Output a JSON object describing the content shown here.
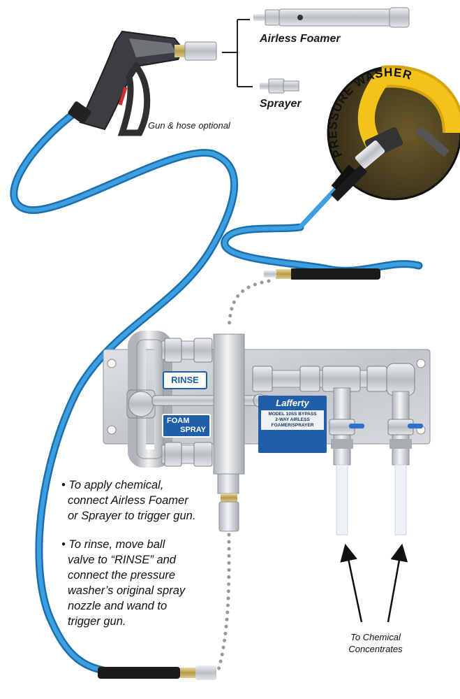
{
  "labels": {
    "airless_foamer": "Airless Foamer",
    "sprayer": "Sprayer",
    "gun_hose_optional": "Gun & hose optional",
    "pressure_washer": "PRESSURE WASHER",
    "to_chemical_line1": "To Chemical",
    "to_chemical_line2": "Concentrates"
  },
  "panel": {
    "rinse_label": "RINSE",
    "foam_label": "FOAM",
    "spray_label": "SPRAY",
    "brand": "Lafferty",
    "tag_line1": "MODEL 10SS BYPASS",
    "tag_line2": "2-WAY AIRLESS",
    "tag_line3": "FOAMER/SPRAYER"
  },
  "instructions": {
    "apply": [
      "• To apply chemical,",
      "connect Airless Foamer",
      "or Sprayer to trigger gun."
    ],
    "rinse": [
      "• To rinse, move ball",
      "valve to “RINSE” and",
      "connect the pressure",
      "washer’s original spray",
      "nozzle and wand to",
      "trigger gun."
    ]
  },
  "colors": {
    "hose_blue": "#2a86c8",
    "steel": "#c9cdd1",
    "tag_blue": "#1f5fa8",
    "washer_yellow": "#f2c318"
  }
}
